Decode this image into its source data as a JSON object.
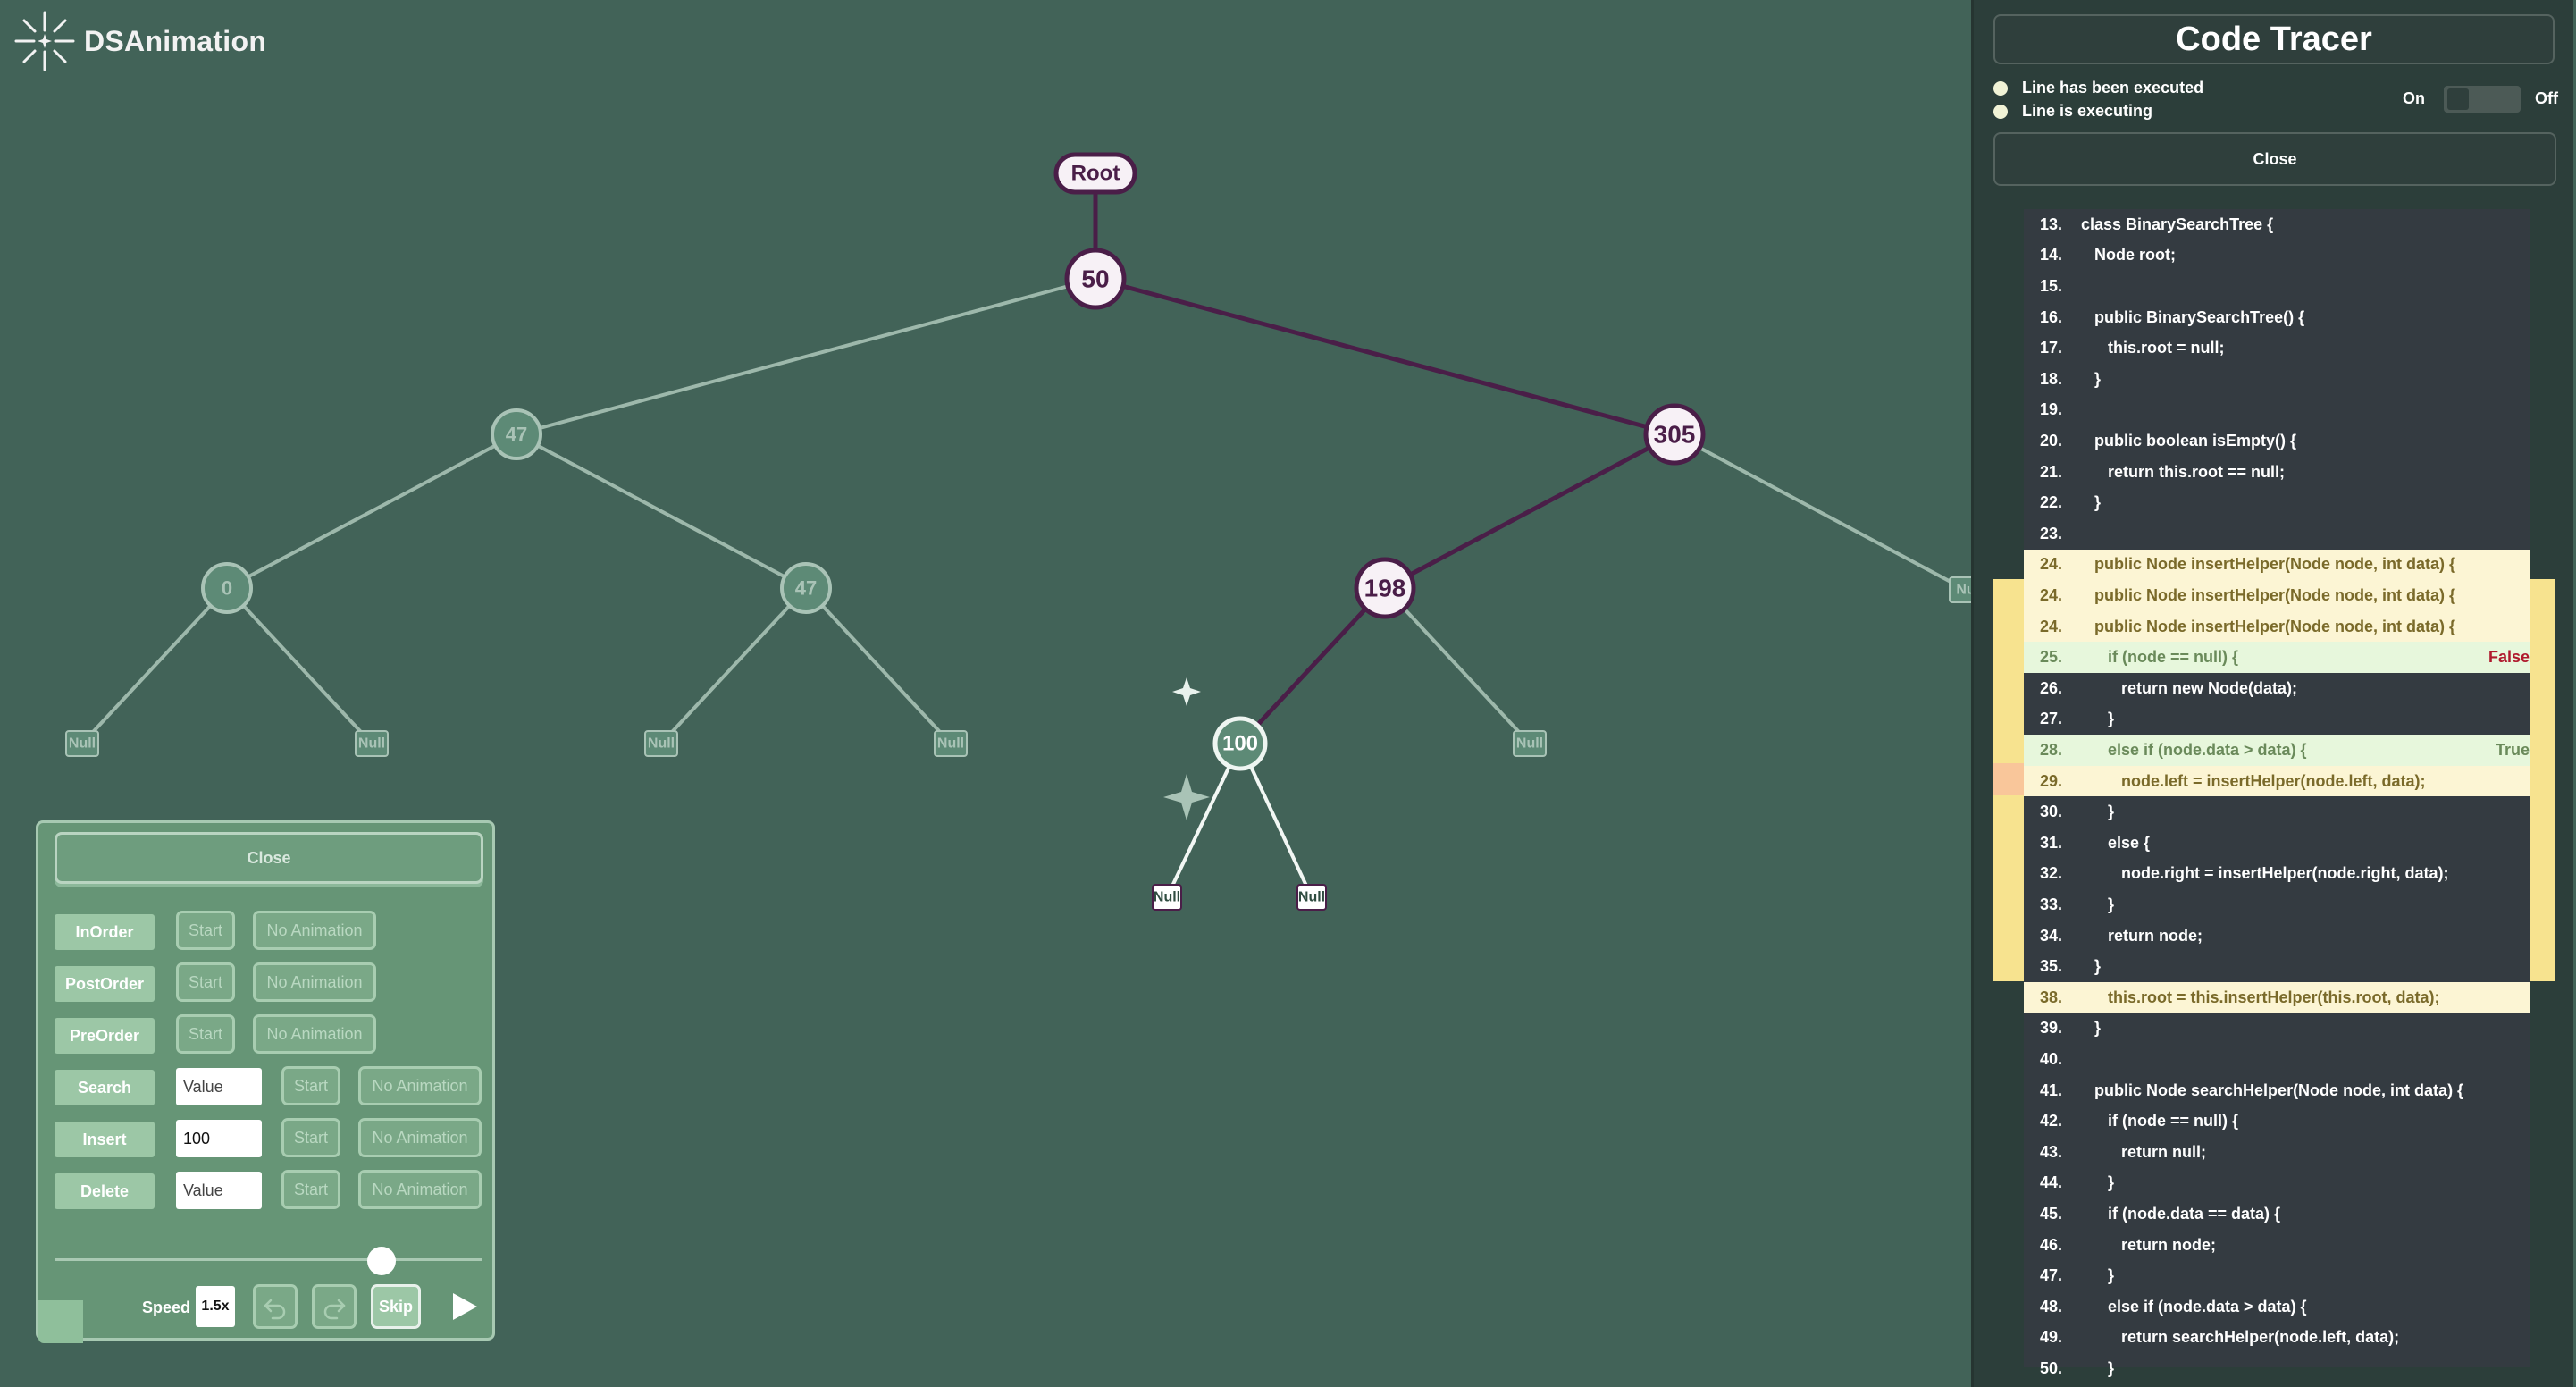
{
  "app": {
    "name": "DSAnimation",
    "logo_icon": "sparkle-icon"
  },
  "tree": {
    "root_label": "Root",
    "nodes": [
      {
        "id": "n50",
        "value": "50",
        "state": "path"
      },
      {
        "id": "n47a",
        "value": "47",
        "state": "faded"
      },
      {
        "id": "n305",
        "value": "305",
        "state": "path"
      },
      {
        "id": "n0",
        "value": "0",
        "state": "faded"
      },
      {
        "id": "n47b",
        "value": "47",
        "state": "faded"
      },
      {
        "id": "n198",
        "value": "198",
        "state": "path"
      },
      {
        "id": "n100",
        "value": "100",
        "state": "new"
      }
    ],
    "null_label": "Null",
    "clipped_null_label": "Nu",
    "colors": {
      "path": "#4a1e48",
      "faded": "#a9c3b6",
      "background": "#426358"
    }
  },
  "control_panel": {
    "close_label": "Close",
    "operations": [
      {
        "name": "inorder",
        "label": "InOrder",
        "start": "Start",
        "no_animation": "No Animation",
        "has_input": false
      },
      {
        "name": "postorder",
        "label": "PostOrder",
        "start": "Start",
        "no_animation": "No Animation",
        "has_input": false
      },
      {
        "name": "preorder",
        "label": "PreOrder",
        "start": "Start",
        "no_animation": "No Animation",
        "has_input": false
      },
      {
        "name": "search",
        "label": "Search",
        "start": "Start",
        "no_animation": "No Animation",
        "has_input": true,
        "value": "",
        "placeholder": "Value"
      },
      {
        "name": "insert",
        "label": "Insert",
        "start": "Start",
        "no_animation": "No Animation",
        "has_input": true,
        "value": "100",
        "placeholder": "Value"
      },
      {
        "name": "delete",
        "label": "Delete",
        "start": "Start",
        "no_animation": "No Animation",
        "has_input": true,
        "value": "",
        "placeholder": "Value"
      }
    ],
    "speed_label": "Speed",
    "speed_value": "1.5x",
    "skip_label": "Skip",
    "undo_icon": "undo-icon",
    "redo_icon": "redo-icon",
    "play_icon": "play-icon"
  },
  "tracer": {
    "title": "Code Tracer",
    "legend_executed": "Line has been executed",
    "legend_executing": "Line is executing",
    "toggle_on": "On",
    "toggle_off": "Off",
    "close_label": "Close",
    "lines": [
      {
        "n": "13.",
        "code": "class BinarySearchTree {",
        "state": ""
      },
      {
        "n": "14.",
        "code": "   Node root;",
        "state": ""
      },
      {
        "n": "15.",
        "code": "",
        "state": ""
      },
      {
        "n": "16.",
        "code": "   public BinarySearchTree() {",
        "state": ""
      },
      {
        "n": "17.",
        "code": "      this.root = null;",
        "state": ""
      },
      {
        "n": "18.",
        "code": "   }",
        "state": ""
      },
      {
        "n": "19.",
        "code": "",
        "state": ""
      },
      {
        "n": "20.",
        "code": "   public boolean isEmpty() {",
        "state": ""
      },
      {
        "n": "21.",
        "code": "      return this.root == null;",
        "state": ""
      },
      {
        "n": "22.",
        "code": "   }",
        "state": ""
      },
      {
        "n": "23.",
        "code": "",
        "state": ""
      },
      {
        "n": "24.",
        "code": "   public Node insertHelper(Node node, int data) {",
        "state": "executed"
      },
      {
        "n": "24.",
        "code": "   public Node insertHelper(Node node, int data) {",
        "state": "executed"
      },
      {
        "n": "24.",
        "code": "   public Node insertHelper(Node node, int data) {",
        "state": "executed"
      },
      {
        "n": "25.",
        "code": "      if (node == null) {",
        "state": "false-line",
        "tag": "False"
      },
      {
        "n": "26.",
        "code": "         return new Node(data);",
        "state": ""
      },
      {
        "n": "27.",
        "code": "      }",
        "state": ""
      },
      {
        "n": "28.",
        "code": "      else if (node.data > data) {",
        "state": "true-line",
        "tag": "True"
      },
      {
        "n": "29.",
        "code": "         node.left = insertHelper(node.left, data);",
        "state": "executing"
      },
      {
        "n": "30.",
        "code": "      }",
        "state": ""
      },
      {
        "n": "31.",
        "code": "      else {",
        "state": ""
      },
      {
        "n": "32.",
        "code": "         node.right = insertHelper(node.right, data);",
        "state": ""
      },
      {
        "n": "33.",
        "code": "      }",
        "state": ""
      },
      {
        "n": "34.",
        "code": "      return node;",
        "state": ""
      },
      {
        "n": "35.",
        "code": "   }",
        "state": ""
      },
      {
        "n": "38.",
        "code": "      this.root = this.insertHelper(this.root, data);",
        "state": "executed"
      },
      {
        "n": "39.",
        "code": "   }",
        "state": ""
      },
      {
        "n": "40.",
        "code": "",
        "state": ""
      },
      {
        "n": "41.",
        "code": "   public Node searchHelper(Node node, int data) {",
        "state": ""
      },
      {
        "n": "42.",
        "code": "      if (node == null) {",
        "state": ""
      },
      {
        "n": "43.",
        "code": "         return null;",
        "state": ""
      },
      {
        "n": "44.",
        "code": "      }",
        "state": ""
      },
      {
        "n": "45.",
        "code": "      if (node.data == data) {",
        "state": ""
      },
      {
        "n": "46.",
        "code": "         return node;",
        "state": ""
      },
      {
        "n": "47.",
        "code": "      }",
        "state": ""
      },
      {
        "n": "48.",
        "code": "      else if (node.data > data) {",
        "state": ""
      },
      {
        "n": "49.",
        "code": "         return searchHelper(node.left, data);",
        "state": ""
      },
      {
        "n": "50.",
        "code": "      }",
        "state": ""
      }
    ]
  }
}
